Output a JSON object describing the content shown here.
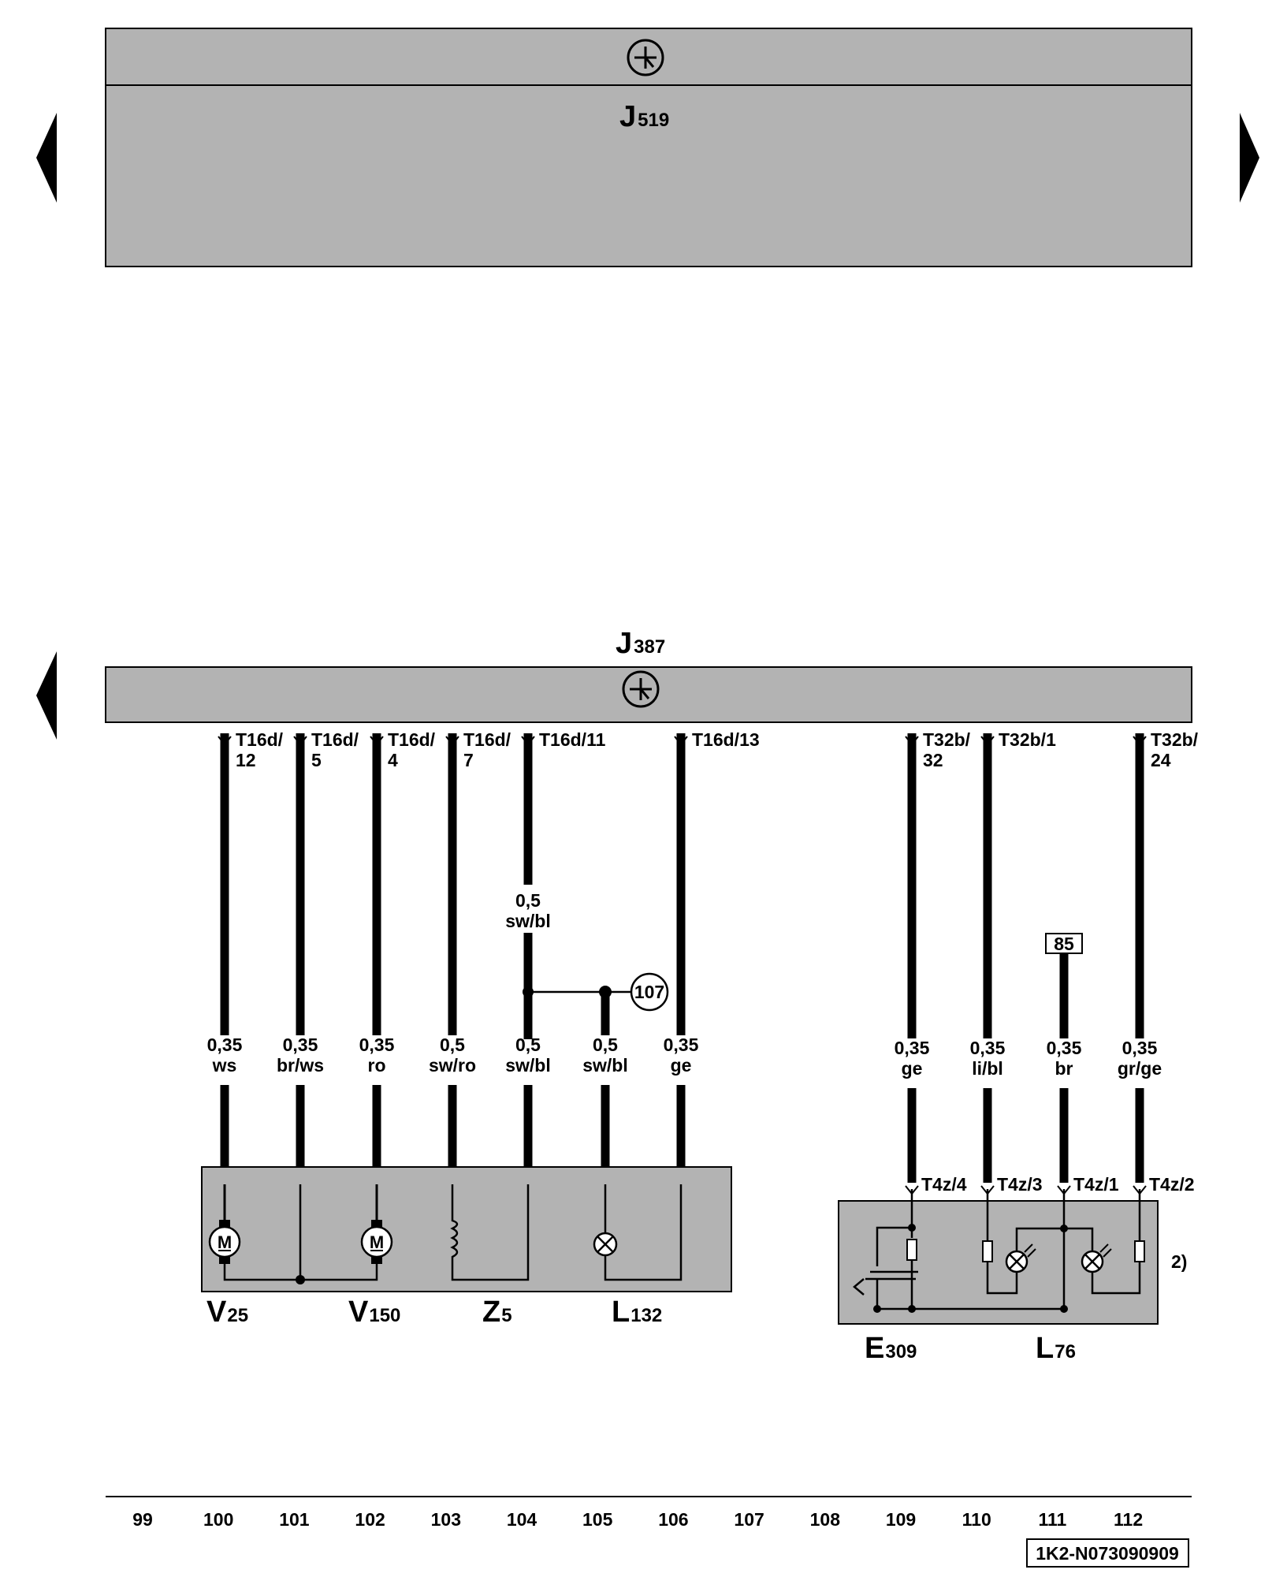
{
  "modules": {
    "top": {
      "name": "J",
      "sub": "519"
    },
    "bottom": {
      "name": "J",
      "sub": "387"
    }
  },
  "nav": {
    "left_icon": "triangle-left-icon",
    "right_icon": "triangle-right-icon"
  },
  "ground_symbol": "transistor-ground-icon",
  "wires": [
    {
      "id": "w1",
      "pin_l1": "T16d/",
      "pin_l2": "12",
      "size": "0,35",
      "color": "ws",
      "term": "1"
    },
    {
      "id": "w2",
      "pin_l1": "T16d/",
      "pin_l2": "5",
      "size": "0,35",
      "color": "br/ws",
      "term": "2"
    },
    {
      "id": "w3",
      "pin_l1": "T16d/",
      "pin_l2": "4",
      "size": "0,35",
      "color": "ro",
      "term": "3"
    },
    {
      "id": "w4",
      "pin_l1": "T16d/",
      "pin_l2": "7",
      "size": "0,5",
      "color": "sw/ro",
      "term": "1"
    },
    {
      "id": "w5",
      "pin_l1": "T16d/11",
      "pin_l2": "",
      "size": "0,5",
      "color": "sw/bl",
      "term": "2",
      "upper_size": "0,5",
      "upper_color": "sw/bl"
    },
    {
      "id": "w6",
      "pin_l1": "",
      "pin_l2": "",
      "size": "0,5",
      "color": "sw/bl",
      "term": "2"
    },
    {
      "id": "w7",
      "pin_l1": "T16d/13",
      "pin_l2": "",
      "size": "0,35",
      "color": "ge",
      "term": "1"
    },
    {
      "id": "w8",
      "pin_l1": "T32b/",
      "pin_l2": "32",
      "size": "0,35",
      "color": "ge",
      "term": "T4z/4"
    },
    {
      "id": "w9",
      "pin_l1": "T32b/1",
      "pin_l2": "",
      "size": "0,35",
      "color": "li/bl",
      "term": "T4z/3"
    },
    {
      "id": "w10",
      "pin_l1": "",
      "pin_l2": "",
      "size": "0,35",
      "color": "br",
      "term": "T4z/1",
      "source": "85"
    },
    {
      "id": "w11",
      "pin_l1": "T32b/",
      "pin_l2": "24",
      "size": "0,35",
      "color": "gr/ge",
      "term": "T4z/2"
    }
  ],
  "junction_ref": "107",
  "components": [
    {
      "name": "V",
      "sub": "25"
    },
    {
      "name": "V",
      "sub": "150"
    },
    {
      "name": "Z",
      "sub": "5"
    },
    {
      "name": "L",
      "sub": "132"
    },
    {
      "name": "E",
      "sub": "309"
    },
    {
      "name": "L",
      "sub": "76"
    }
  ],
  "footnote": "2)",
  "columns": [
    "99",
    "100",
    "101",
    "102",
    "103",
    "104",
    "105",
    "106",
    "107",
    "108",
    "109",
    "110",
    "111",
    "112"
  ],
  "doc_code": "1K2-N073090909",
  "colors": {
    "module_fill": "#b3b3b3",
    "ink": "#000000",
    "background": "#ffffff"
  }
}
